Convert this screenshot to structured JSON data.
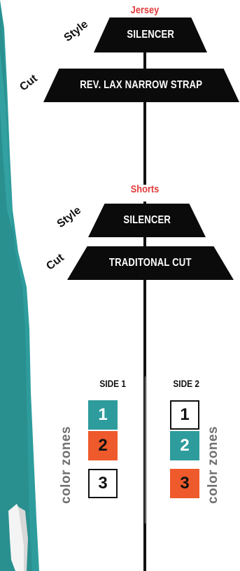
{
  "colors": {
    "accent_label": "#e23b3b",
    "teal": "#2e9c9c",
    "orange": "#ee5a2b",
    "white": "#ffffff",
    "black": "#0b0b0b"
  },
  "jersey": {
    "label": "Jersey",
    "style_tag": "Style",
    "style_value": "SILENCER",
    "cut_tag": "Cut",
    "cut_value": "REV. LAX NARROW STRAP"
  },
  "shorts": {
    "label": "Shorts",
    "style_tag": "Style",
    "style_value": "SILENCER",
    "cut_tag": "Cut",
    "cut_value": "TRADITONAL CUT"
  },
  "color_zones": {
    "side1_label": "SIDE 1",
    "side2_label": "SIDE 2",
    "caption_left": "color zones",
    "caption_right": "color zones",
    "side1": [
      {
        "number": "1",
        "color": "teal"
      },
      {
        "number": "2",
        "color": "orange"
      },
      {
        "number": "3",
        "color": "white"
      }
    ],
    "side2": [
      {
        "number": "1",
        "color": "white"
      },
      {
        "number": "2",
        "color": "teal"
      },
      {
        "number": "3",
        "color": "orange"
      }
    ]
  },
  "icons": {
    "jersey_artwork": "jersey-artwork-icon"
  }
}
